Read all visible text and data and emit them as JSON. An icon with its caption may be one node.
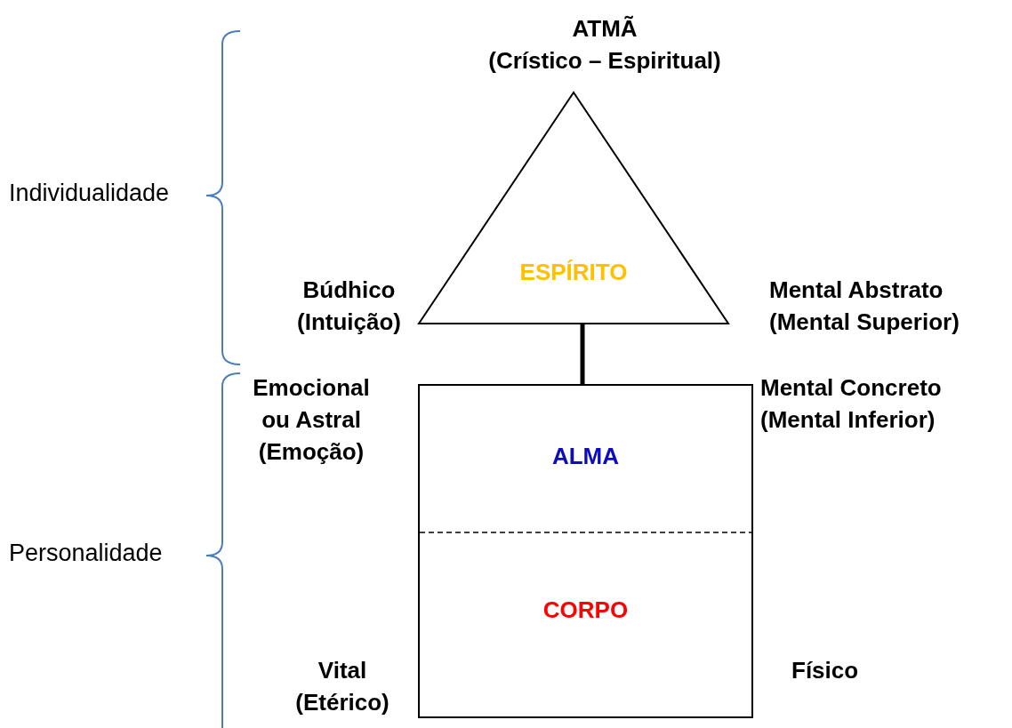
{
  "diagram": {
    "nodes": [
      {
        "text": [
          "ESPÍRITO"
        ],
        "beside": [
          "ATMÃ (Crístico – Espiritual)",
          "Búdhico (Intuição)",
          "Mental Abstrato (Mental Superior)"
        ]
      },
      {
        "text": [
          "ALMA",
          "CORPO"
        ],
        "beside": [
          "Emocional ou Astral (Emoção)",
          "Mental Concreto (Mental Inferior)",
          "Vital (Etérico)",
          "Físico"
        ]
      }
    ],
    "edges": [
      {
        "from": 0,
        "to": 1,
        "arrow": "none"
      }
    ],
    "labels": [
      "Individualidade",
      "Personalidade"
    ]
  }
}
